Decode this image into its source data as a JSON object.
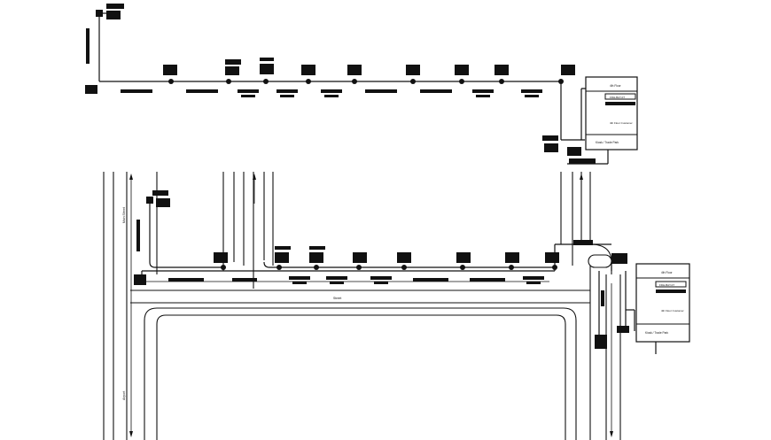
{
  "diagram": {
    "title": "",
    "street_labels": {
      "street": "Street",
      "left_vertical_top": "Main Street",
      "left_vertical_bottom": "Airport"
    },
    "top_cabinet": {
      "header": "4th Floor",
      "code": "FDH-BAY-07",
      "sub": "4th Floor Customer",
      "footer": "Kiosk / Trade Park"
    },
    "bottom_cabinet": {
      "header": "4th Floor",
      "code": "FDH-BAY-07",
      "sub": "4th Floor Customer",
      "footer": "Kiosk / Trade Park"
    },
    "top_run_spans": [
      "",
      "",
      "",
      "",
      "",
      "",
      "",
      "",
      ""
    ],
    "bottom_run_spans": [
      "",
      "",
      "",
      "",
      "",
      "",
      "",
      ""
    ]
  },
  "colors": {
    "ink": "#111111",
    "paper": "#ffffff"
  }
}
